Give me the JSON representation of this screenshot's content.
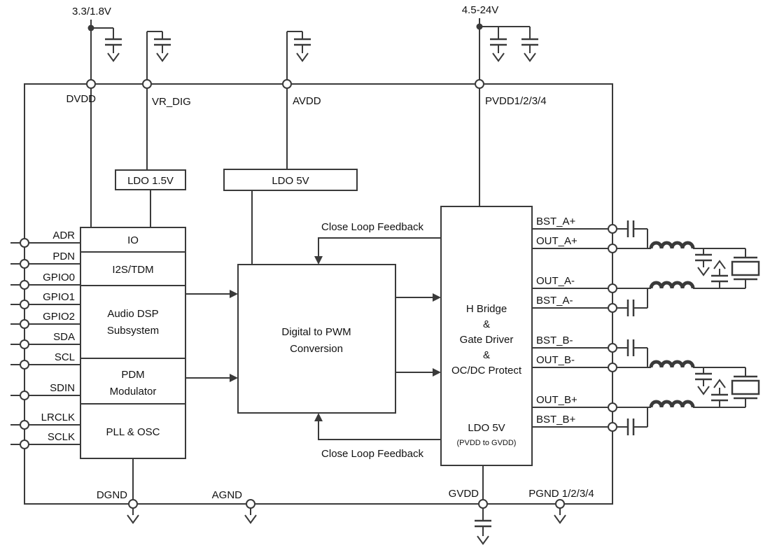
{
  "diagram": {
    "supply_digital": "3.3/1.8V",
    "supply_power": "4.5-24V",
    "top_pins": {
      "dvdd": "DVDD",
      "vr_dig": "VR_DIG",
      "avdd": "AVDD",
      "pvdd": "PVDD1/2/3/4"
    },
    "ldo_15": {
      "label": "LDO 1.5V"
    },
    "ldo_5": {
      "label": "LDO 5V"
    },
    "left_pins": [
      "ADR",
      "PDN",
      "GPIO0",
      "GPIO1",
      "GPIO2",
      "SDA",
      "SCL",
      "SDIN",
      "LRCLK",
      "SCLK"
    ],
    "left_block": {
      "io": "IO",
      "i2s_tdm": "I2S/TDM",
      "dsp_line1": "Audio DSP",
      "dsp_line2": "Subsystem",
      "pdm_line1": "PDM",
      "pdm_line2": "Modulator",
      "pll": "PLL & OSC"
    },
    "pwm_block": {
      "line1": "Digital to PWM",
      "line2": "Conversion"
    },
    "hbridge_block": {
      "line1": "H Bridge",
      "line2": "&",
      "line3": "Gate Driver",
      "line4": "&",
      "line5": "OC/DC Protect",
      "ldo_label": "LDO 5V",
      "ldo_sub": "(PVDD to GVDD)"
    },
    "feedback_top": "Close Loop Feedback",
    "feedback_bottom": "Close Loop Feedback",
    "right_pins": [
      "BST_A+",
      "OUT_A+",
      "OUT_A-",
      "BST_A-",
      "BST_B-",
      "OUT_B-",
      "OUT_B+",
      "BST_B+"
    ],
    "bottom_pins": {
      "dgnd": "DGND",
      "agnd": "AGND",
      "gvdd": "GVDD",
      "pgnd": "PGND 1/2/3/4"
    },
    "colors": {
      "wire": "#3a3a3a",
      "text": "#111111",
      "background": "#ffffff"
    }
  }
}
